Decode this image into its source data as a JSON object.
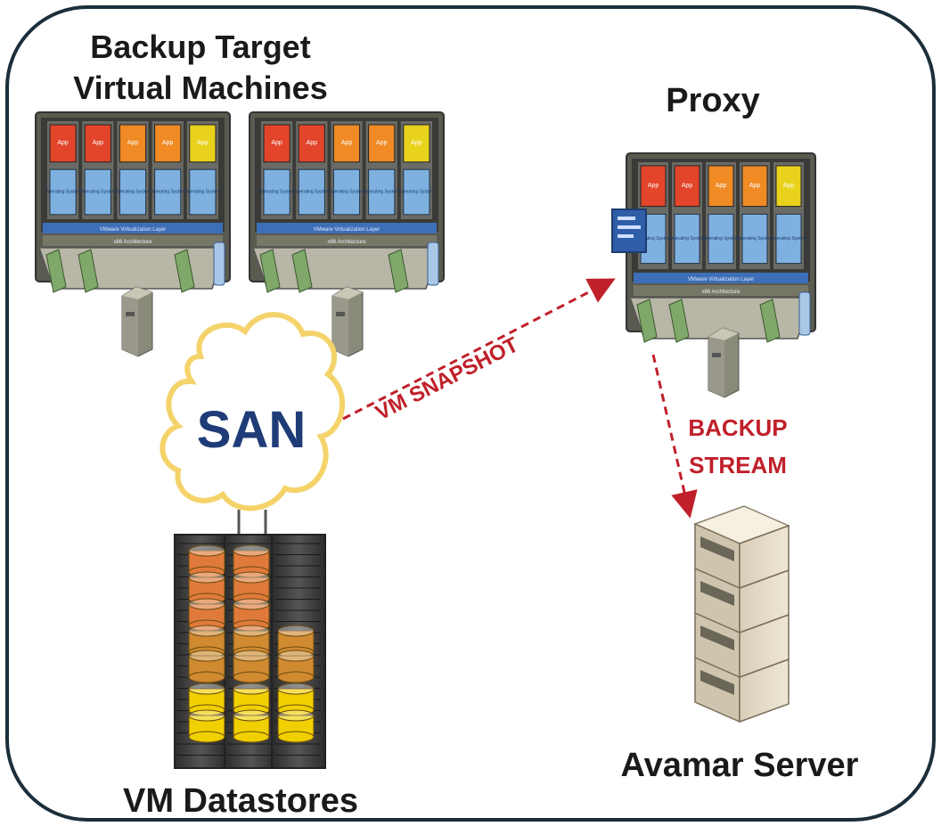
{
  "labels": {
    "backup_target_line1": "Backup Target",
    "backup_target_line2": "Virtual Machines",
    "proxy": "Proxy",
    "san": "SAN",
    "vm_snapshot": "VM SNAPSHOT",
    "backup_line1": "BACKUP",
    "backup_line2": "STREAM",
    "avamar_server": "Avamar Server",
    "vm_datastores": "VM Datastores"
  },
  "vm_tiles": {
    "app": "App",
    "os": "Operating System",
    "layer": "VMware Virtualization Layer",
    "hw": "x86 Architecture"
  },
  "colors": {
    "frame": "#1c2e3a",
    "arrow": "#c0202a",
    "san_text": "#1f3c78",
    "cloud_stroke": "#f4d36a",
    "app_red": "#e2452a",
    "app_orange": "#ef8a25",
    "app_yellow": "#e9d21c",
    "os_blue": "#7fb1e0",
    "layer_blue": "#3d6fb8",
    "disk_orange": "#e07a3a",
    "disk_amber": "#d08a30",
    "disk_yellow": "#f0d000"
  }
}
